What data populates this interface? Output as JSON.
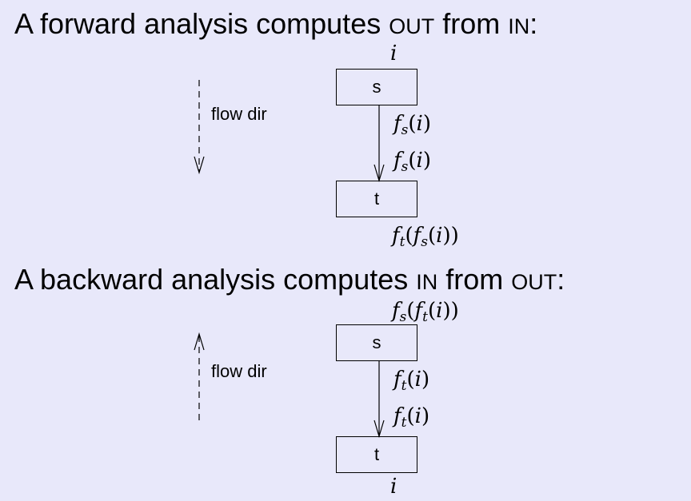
{
  "forward": {
    "heading_pre": "A forward analysis computes ",
    "heading_a": "OUT",
    "heading_mid": " from ",
    "heading_b": "IN",
    "heading_end": ":",
    "box_s": "s",
    "box_t": "t",
    "flow_label": "flow dir",
    "input_var": "i",
    "edge_fn": "f",
    "edge_sub": "s",
    "edge_arg": "i",
    "out_outer": "f",
    "out_outer_sub": "t",
    "out_inner": "f",
    "out_inner_sub": "s",
    "out_arg": "i"
  },
  "backward": {
    "heading_pre": "A backward analysis computes ",
    "heading_a": "IN",
    "heading_mid": " from ",
    "heading_b": "OUT",
    "heading_end": ":",
    "box_s": "s",
    "box_t": "t",
    "flow_label": "flow dir",
    "input_var": "i",
    "edge_fn": "f",
    "edge_sub": "t",
    "edge_arg": "i",
    "out_outer": "f",
    "out_outer_sub": "s",
    "out_inner": "f",
    "out_inner_sub": "t",
    "out_arg": "i"
  },
  "colors": {
    "background": "#e8e8fa",
    "ink": "#000000"
  }
}
